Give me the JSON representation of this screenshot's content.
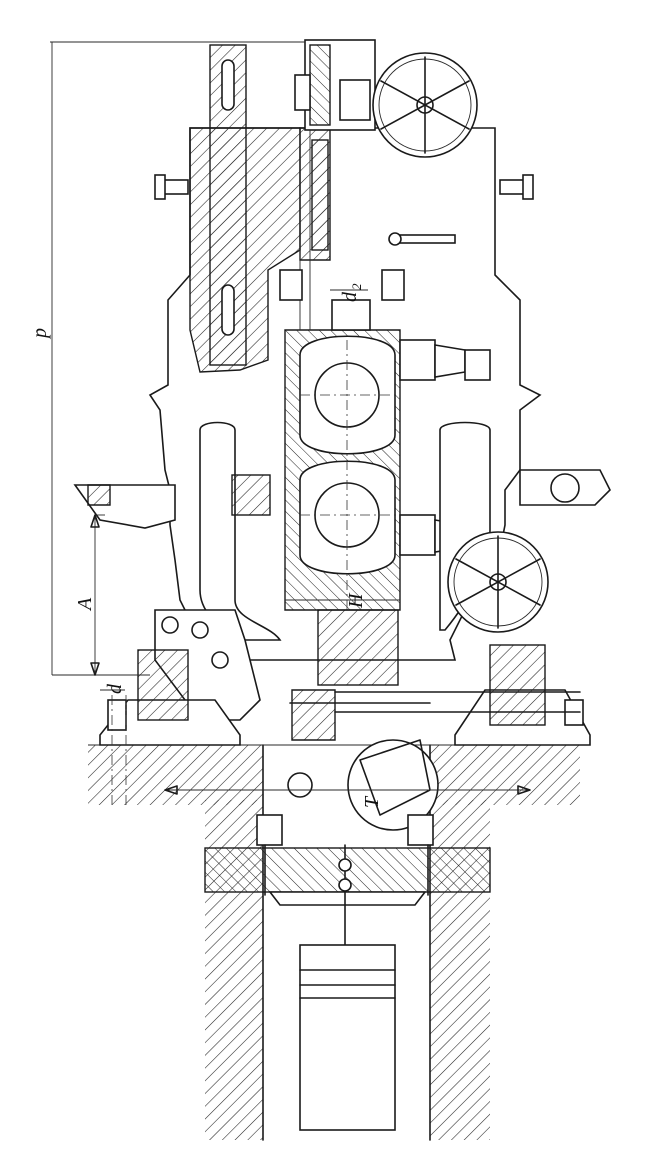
{
  "dimension_labels": {
    "p": "p",
    "a": "A",
    "d": "d",
    "h": "H",
    "d2": "d",
    "d2_sub": "2",
    "t": "T"
  },
  "colors": {
    "ink": "#1a1a1a",
    "paper": "#ffffff"
  }
}
